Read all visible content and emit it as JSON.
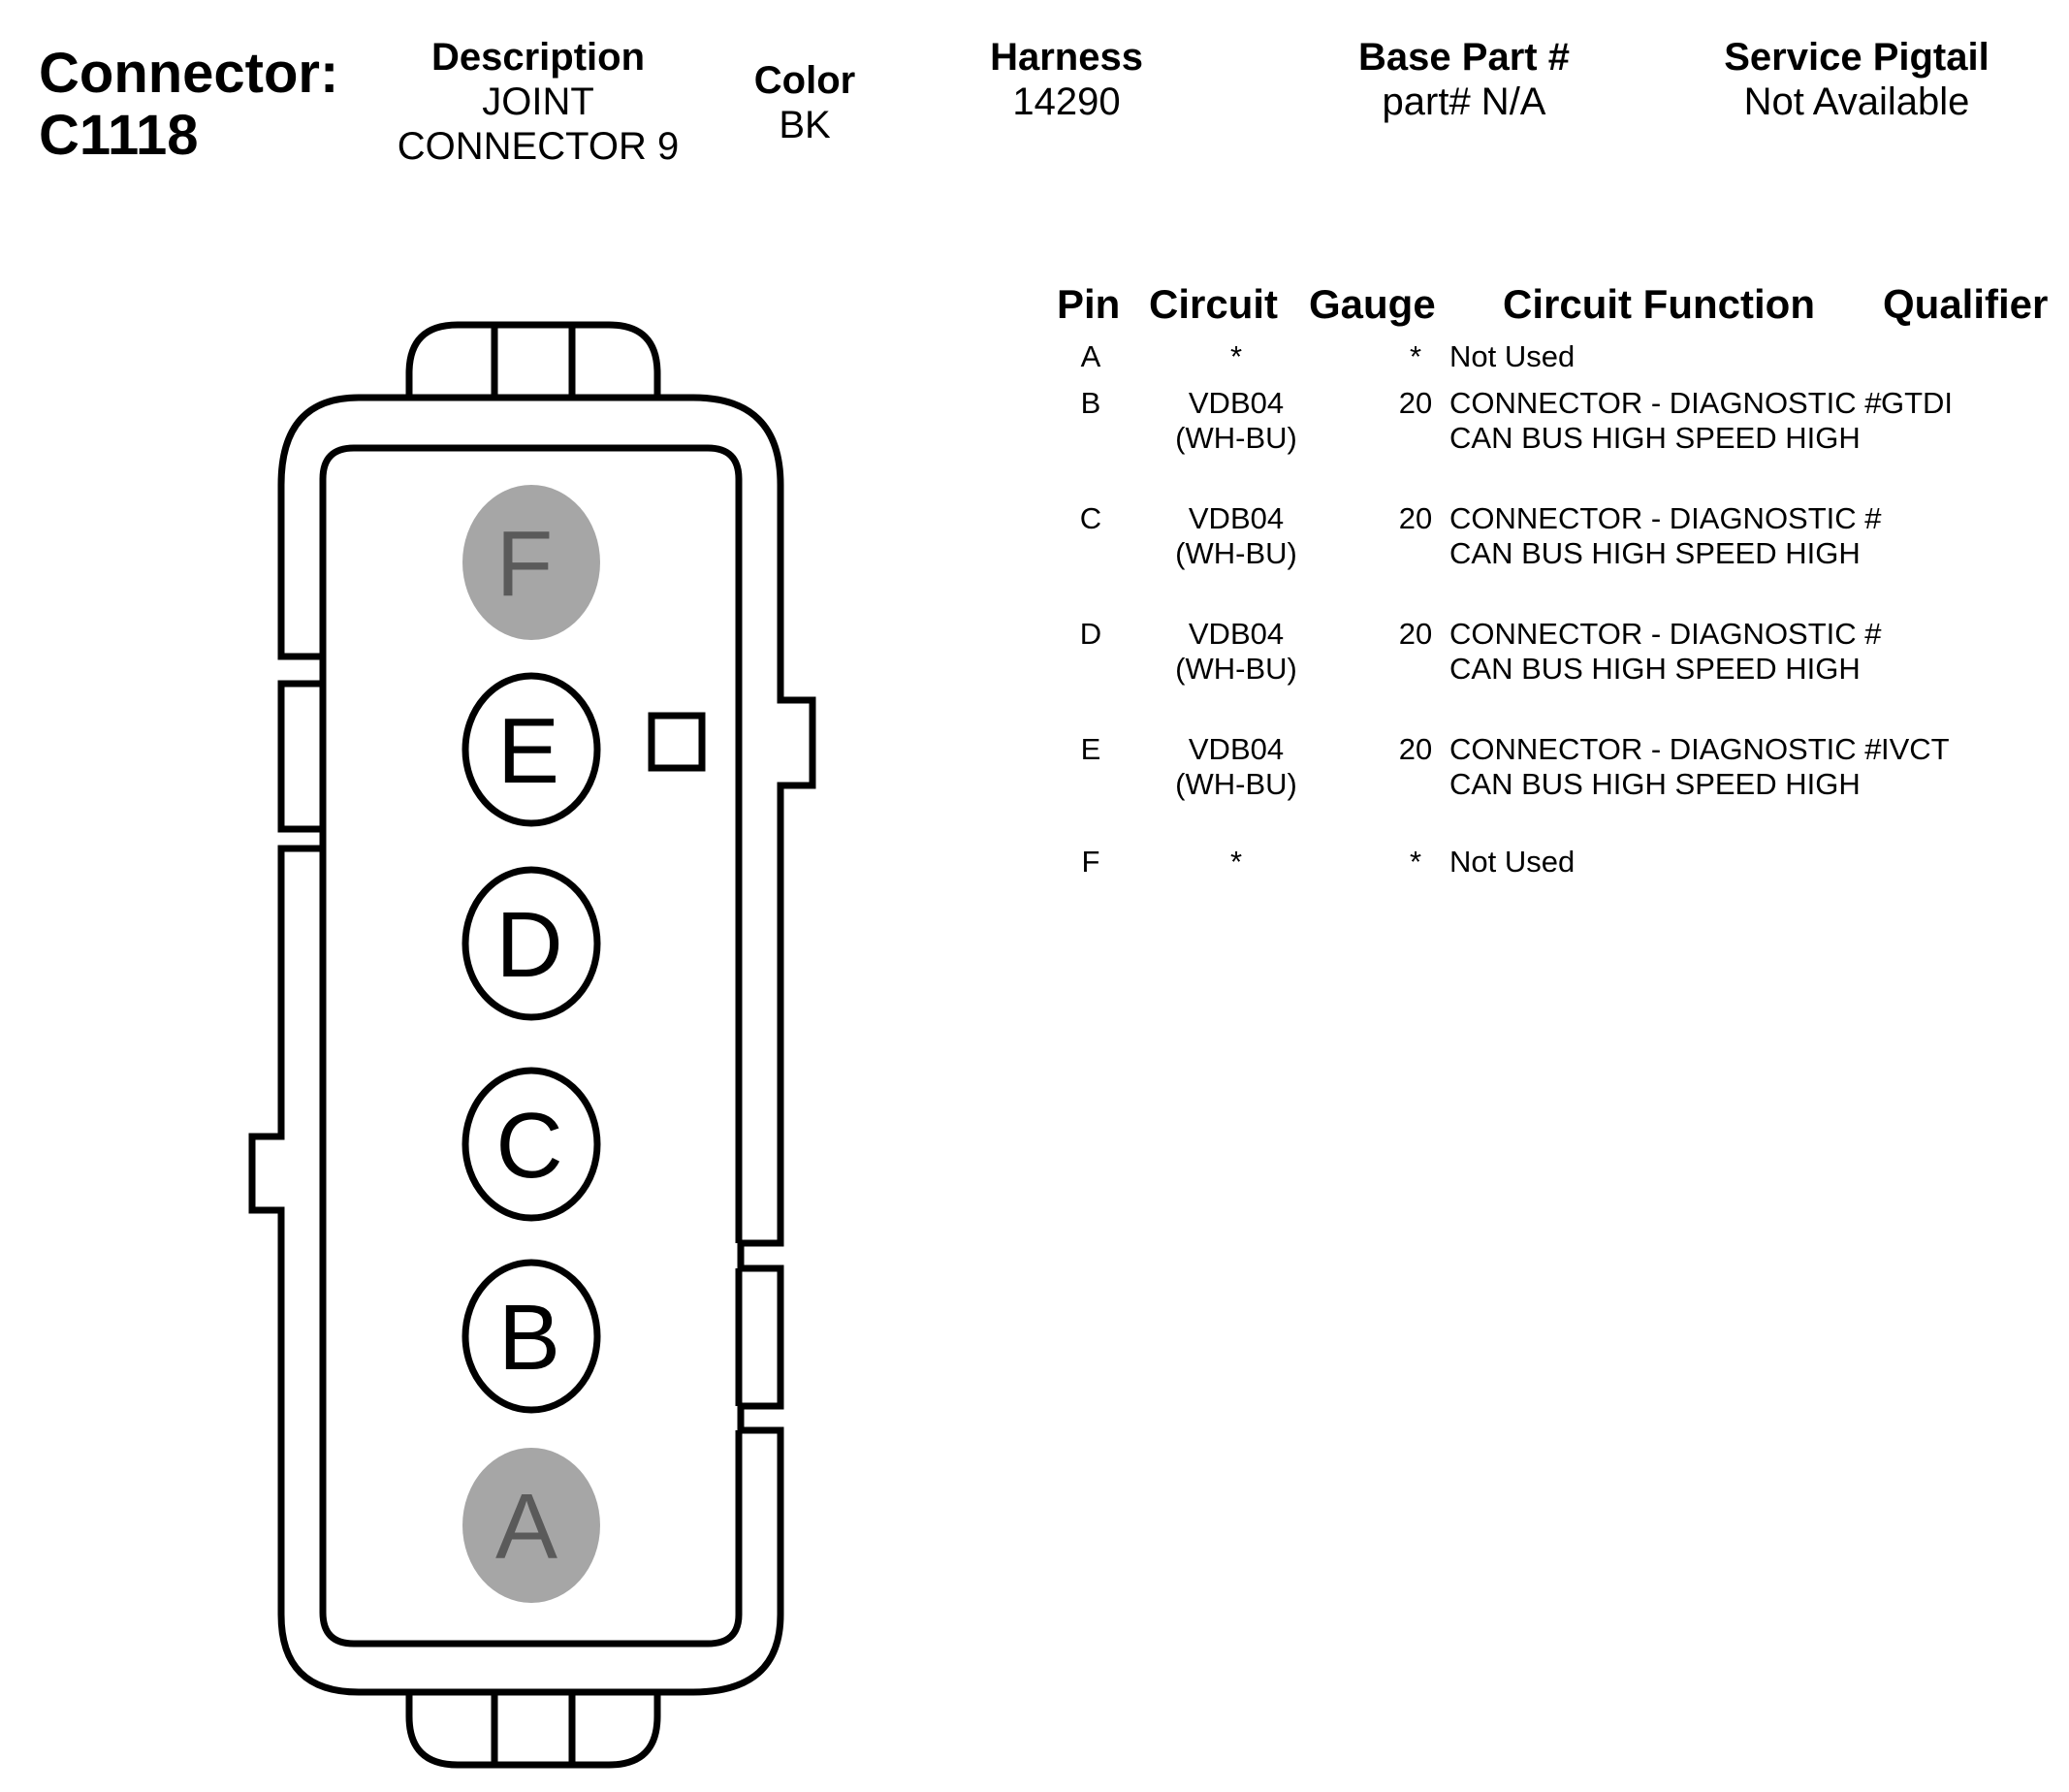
{
  "header": {
    "title_line1": "Connector:",
    "title_line2": "C1118",
    "description_label": "Description",
    "description_line1": "JOINT",
    "description_line2": "CONNECTOR 9",
    "color_label": "Color",
    "color_value": "BK",
    "harness_label": "Harness",
    "harness_value": "14290",
    "base_part_label": "Base Part #",
    "base_part_value": "part# N/A",
    "service_pigtail_label": "Service Pigtail",
    "service_pigtail_value": "Not Available"
  },
  "table": {
    "headers": {
      "pin": "Pin",
      "circuit": "Circuit",
      "gauge": "Gauge",
      "function": "Circuit Function",
      "qualifier": "Qualifier"
    },
    "rows": [
      {
        "pin": "A",
        "circuit_line1": "*",
        "circuit_line2": "",
        "gauge": "*",
        "function": "Not Used",
        "qualifier": ""
      },
      {
        "pin": "B",
        "circuit_line1": "VDB04",
        "circuit_line2": "(WH-BU)",
        "gauge": "20",
        "function": "CONNECTOR - DIAGNOSTIC # CAN BUS HIGH SPEED HIGH",
        "qualifier": "GTDI"
      },
      {
        "pin": "C",
        "circuit_line1": "VDB04",
        "circuit_line2": "(WH-BU)",
        "gauge": "20",
        "function": "CONNECTOR - DIAGNOSTIC # CAN BUS HIGH SPEED HIGH",
        "qualifier": ""
      },
      {
        "pin": "D",
        "circuit_line1": "VDB04",
        "circuit_line2": "(WH-BU)",
        "gauge": "20",
        "function": "CONNECTOR - DIAGNOSTIC # CAN BUS HIGH SPEED HIGH",
        "qualifier": ""
      },
      {
        "pin": "E",
        "circuit_line1": "VDB04",
        "circuit_line2": "(WH-BU)",
        "gauge": "20",
        "function": "CONNECTOR - DIAGNOSTIC # CAN BUS HIGH SPEED HIGH",
        "qualifier": "IVCT"
      },
      {
        "pin": "F",
        "circuit_line1": "*",
        "circuit_line2": "",
        "gauge": "*",
        "function": "Not Used",
        "qualifier": ""
      }
    ]
  },
  "connector": {
    "cavities": [
      {
        "label": "F",
        "state": "unused"
      },
      {
        "label": "E",
        "state": "used"
      },
      {
        "label": "D",
        "state": "used"
      },
      {
        "label": "C",
        "state": "used"
      },
      {
        "label": "B",
        "state": "used"
      },
      {
        "label": "A",
        "state": "unused"
      }
    ],
    "colors": {
      "unused_fill": "#a6a6a6",
      "unused_text": "#5a5a5a",
      "outline": "#000000"
    }
  }
}
